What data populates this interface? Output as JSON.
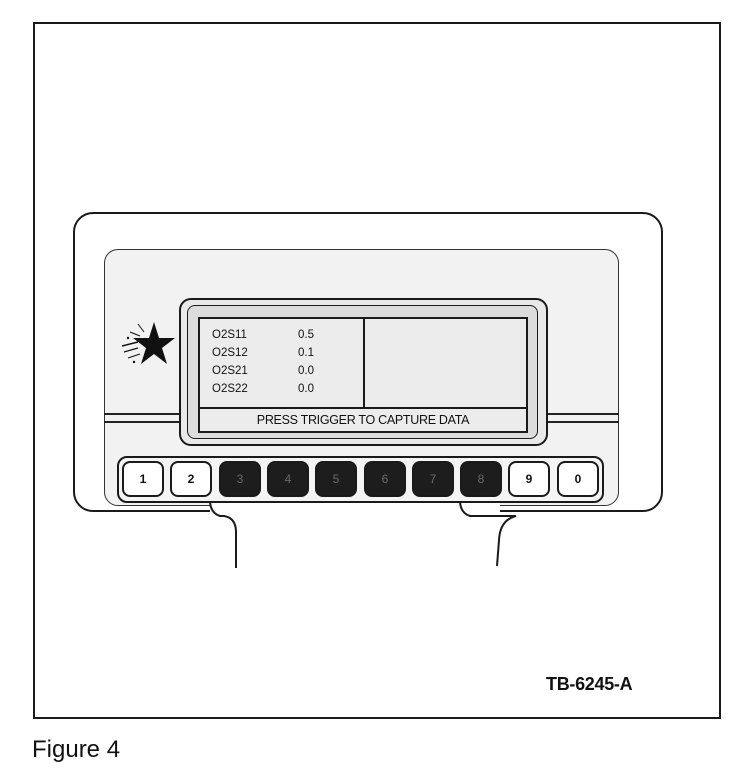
{
  "figure": {
    "caption": "Figure 4",
    "reference": "TB-6245-A"
  },
  "device": {
    "logo_icon": "star-burst-icon",
    "screen": {
      "pids": [
        {
          "name": "O2S11",
          "value": "0.5"
        },
        {
          "name": "O2S12",
          "value": "0.1"
        },
        {
          "name": "O2S21",
          "value": "0.0"
        },
        {
          "name": "O2S22",
          "value": "0.0"
        }
      ],
      "status_message": "PRESS TRIGGER TO CAPTURE DATA"
    },
    "keypad": {
      "keys": [
        {
          "label": "1",
          "style": "light"
        },
        {
          "label": "2",
          "style": "light"
        },
        {
          "label": "3",
          "style": "dark"
        },
        {
          "label": "4",
          "style": "dark"
        },
        {
          "label": "5",
          "style": "dark"
        },
        {
          "label": "6",
          "style": "dark"
        },
        {
          "label": "7",
          "style": "dark"
        },
        {
          "label": "8",
          "style": "dark"
        },
        {
          "label": "9",
          "style": "light"
        },
        {
          "label": "0",
          "style": "light"
        }
      ]
    }
  }
}
